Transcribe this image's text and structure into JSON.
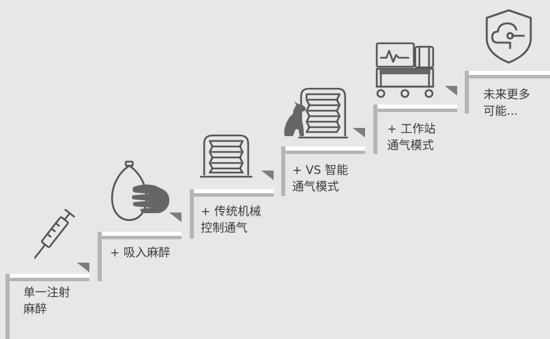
{
  "steps": [
    {
      "id": "single-injection",
      "lines": [
        "单一注射",
        "麻醉"
      ],
      "icon": "syringe-icon"
    },
    {
      "id": "inhalation",
      "lines": [
        "+ 吸入麻醉"
      ],
      "icon": "breathing-bag-hand-icon"
    },
    {
      "id": "traditional-ventilation",
      "lines": [
        "+ 传统机械",
        "控制通气"
      ],
      "icon": "bellows-icon"
    },
    {
      "id": "vs-smart-ventilation",
      "lines": [
        "+ VS 智能",
        "通气模式"
      ],
      "icon": "bellows-dog-icon"
    },
    {
      "id": "workstation-ventilation",
      "lines": [
        "+ 工作站",
        "通气模式"
      ],
      "icon": "anesthesia-workstation-icon"
    },
    {
      "id": "more-possibilities",
      "lines": [
        "未来更多",
        "可能..."
      ],
      "icon": "shield-cloud-icon"
    }
  ],
  "colors": {
    "background": "#e8e7e5",
    "stair_gray": "#b5b5b4",
    "stair_highlight": "#ffffff",
    "corner_dark": "#7d7d7d",
    "icon_stroke": "#555555",
    "icon_fill": "#666666",
    "text": "#3a3a3a"
  }
}
